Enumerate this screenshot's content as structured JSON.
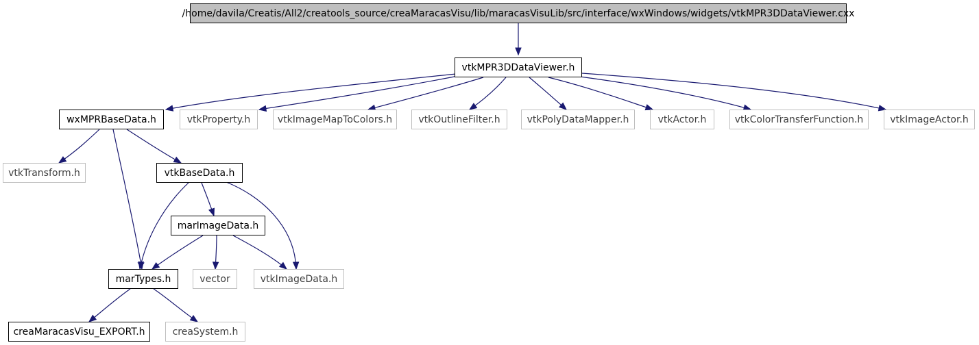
{
  "graph": {
    "nodes": [
      {
        "id": "root",
        "label": "/home/davila/Creatis/All2/creatools_source/creaMaracasVisu/lib/maracasVisuLib/src/interface/wxWindows/widgets/vtkMPR3DDataViewer.cxx",
        "kind": "root"
      },
      {
        "id": "vtkMPR3DDataViewer",
        "label": "vtkMPR3DDataViewer.h",
        "kind": "local"
      },
      {
        "id": "wxMPRBaseData",
        "label": "wxMPRBaseData.h",
        "kind": "local"
      },
      {
        "id": "vtkProperty",
        "label": "vtkProperty.h",
        "kind": "external"
      },
      {
        "id": "vtkImageMapToColors",
        "label": "vtkImageMapToColors.h",
        "kind": "external"
      },
      {
        "id": "vtkOutlineFilter",
        "label": "vtkOutlineFilter.h",
        "kind": "external"
      },
      {
        "id": "vtkPolyDataMapper",
        "label": "vtkPolyDataMapper.h",
        "kind": "external"
      },
      {
        "id": "vtkActor",
        "label": "vtkActor.h",
        "kind": "external"
      },
      {
        "id": "vtkColorTransferFunction",
        "label": "vtkColorTransferFunction.h",
        "kind": "external"
      },
      {
        "id": "vtkImageActor",
        "label": "vtkImageActor.h",
        "kind": "external"
      },
      {
        "id": "vtkTransform",
        "label": "vtkTransform.h",
        "kind": "external"
      },
      {
        "id": "vtkBaseData",
        "label": "vtkBaseData.h",
        "kind": "local"
      },
      {
        "id": "marImageData",
        "label": "marImageData.h",
        "kind": "local"
      },
      {
        "id": "marTypes",
        "label": "marTypes.h",
        "kind": "local"
      },
      {
        "id": "vector",
        "label": "vector",
        "kind": "external"
      },
      {
        "id": "vtkImageData",
        "label": "vtkImageData.h",
        "kind": "external"
      },
      {
        "id": "creaMaracasVisu_EXPORT",
        "label": "creaMaracasVisu_EXPORT.h",
        "kind": "local"
      },
      {
        "id": "creaSystem",
        "label": "creaSystem.h",
        "kind": "external"
      }
    ],
    "edges": [
      {
        "from": "root",
        "to": "vtkMPR3DDataViewer"
      },
      {
        "from": "vtkMPR3DDataViewer",
        "to": "wxMPRBaseData"
      },
      {
        "from": "vtkMPR3DDataViewer",
        "to": "vtkProperty"
      },
      {
        "from": "vtkMPR3DDataViewer",
        "to": "vtkImageMapToColors"
      },
      {
        "from": "vtkMPR3DDataViewer",
        "to": "vtkOutlineFilter"
      },
      {
        "from": "vtkMPR3DDataViewer",
        "to": "vtkPolyDataMapper"
      },
      {
        "from": "vtkMPR3DDataViewer",
        "to": "vtkActor"
      },
      {
        "from": "vtkMPR3DDataViewer",
        "to": "vtkColorTransferFunction"
      },
      {
        "from": "vtkMPR3DDataViewer",
        "to": "vtkImageActor"
      },
      {
        "from": "wxMPRBaseData",
        "to": "vtkTransform"
      },
      {
        "from": "wxMPRBaseData",
        "to": "vtkBaseData"
      },
      {
        "from": "wxMPRBaseData",
        "to": "marTypes"
      },
      {
        "from": "vtkBaseData",
        "to": "marImageData"
      },
      {
        "from": "vtkBaseData",
        "to": "marTypes"
      },
      {
        "from": "vtkBaseData",
        "to": "vtkImageData"
      },
      {
        "from": "marImageData",
        "to": "marTypes"
      },
      {
        "from": "marImageData",
        "to": "vector"
      },
      {
        "from": "marImageData",
        "to": "vtkImageData"
      },
      {
        "from": "marTypes",
        "to": "creaMaracasVisu_EXPORT"
      },
      {
        "from": "marTypes",
        "to": "creaSystem"
      }
    ]
  },
  "colors": {
    "edge": "#191970",
    "root_fill": "#bfbfbf",
    "local_border": "#000000",
    "external_border": "#bfbfbf"
  }
}
